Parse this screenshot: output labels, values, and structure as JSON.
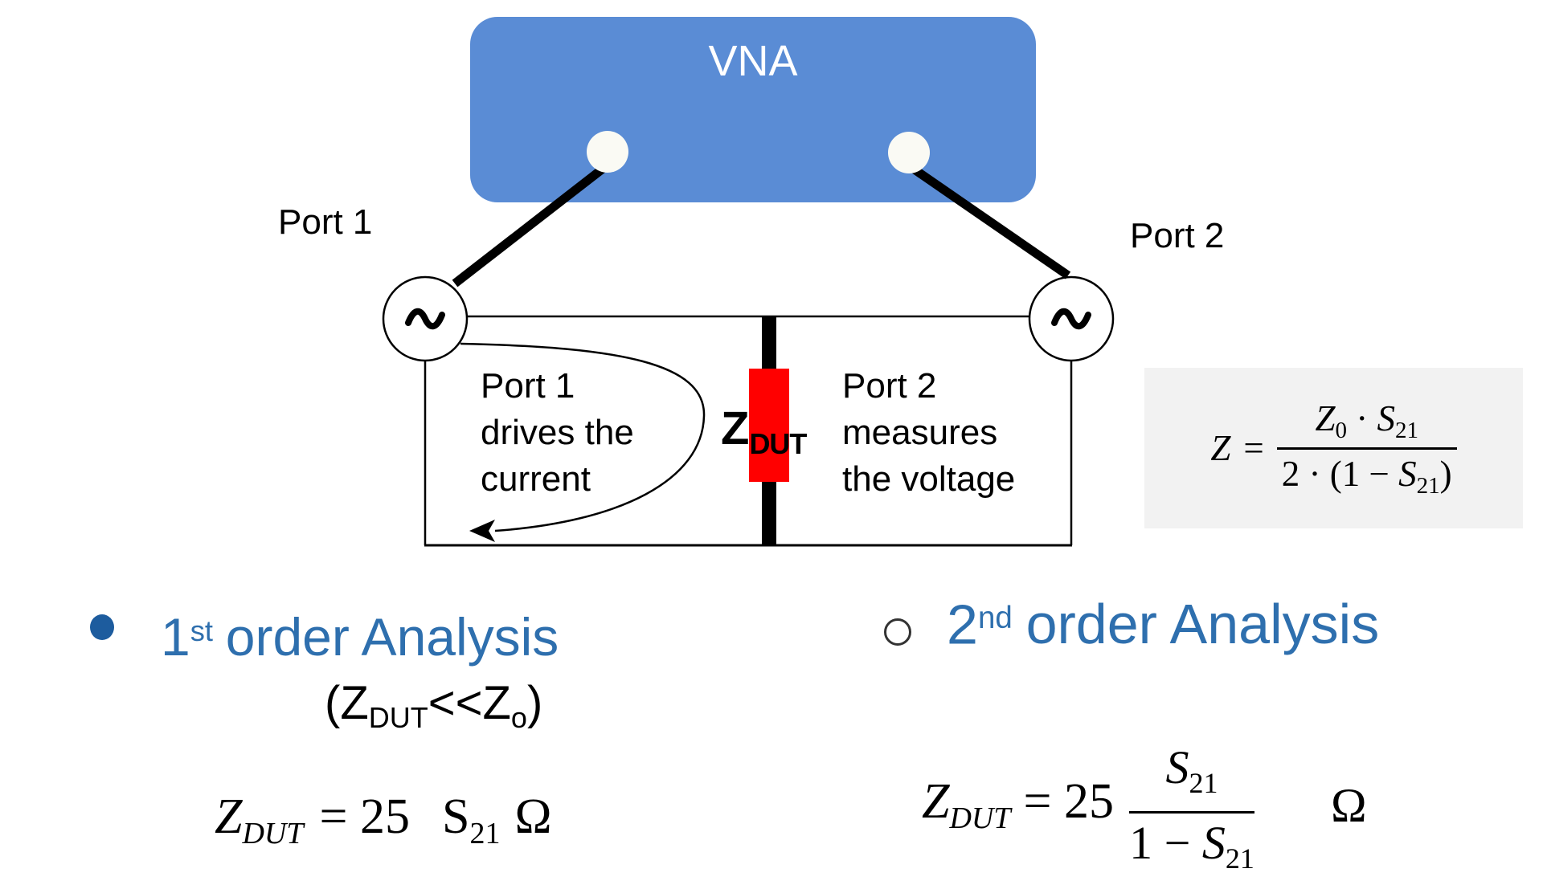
{
  "colors": {
    "vna_blue": "#5A8CD5",
    "port_circle_white": "#FAFAF4",
    "dut_red": "#FF0000",
    "wire_black": "#000000",
    "formula_bg": "#F2F2F2",
    "heading_blue": "#2E6FAE",
    "bullet_blue": "#1D5C9E",
    "ring_gray": "#333333"
  },
  "diagram": {
    "vna_label": "VNA",
    "port1_label": "Port 1",
    "port2_label": "Port 2",
    "dut": {
      "base": "Z",
      "sub": "DUT"
    },
    "drive_note": {
      "line1": "Port 1",
      "line2": "drives the",
      "line3": "current"
    },
    "measure_note": {
      "line1": "Port 2",
      "line2": "measures",
      "line3": "the voltage"
    }
  },
  "formula_box": {
    "lhs_var": "Z",
    "equals": "=",
    "num_var1": "Z",
    "num_sub1": "0",
    "num_op": "·",
    "num_var2": "S",
    "num_sub2": "21",
    "den_pre": "2 · (1 −",
    "den_var": "S",
    "den_sub": "21",
    "den_post": ")"
  },
  "analysis1": {
    "bullet_number": "1",
    "bullet_sup": "st",
    "bullet_rest": "order Analysis",
    "condition": {
      "p1": "(Z",
      "sub1": "DUT",
      "p2": "<<Z",
      "sub2": "o",
      "p3": ")"
    },
    "formula": {
      "var": "Z",
      "var_sub": "DUT",
      "eq": "= 25",
      "s_var": "S",
      "s_sub": "21",
      "unit": "Ω"
    }
  },
  "analysis2": {
    "bullet_number": "2",
    "bullet_sup": "nd",
    "bullet_rest": "order Analysis",
    "formula": {
      "var": "Z",
      "var_sub": "DUT",
      "eq": "= 25",
      "frac_num_var": "S",
      "frac_num_sub": "21",
      "frac_den_pre": "1 − ",
      "frac_den_var": "S",
      "frac_den_sub": "21",
      "unit": "Ω"
    }
  }
}
